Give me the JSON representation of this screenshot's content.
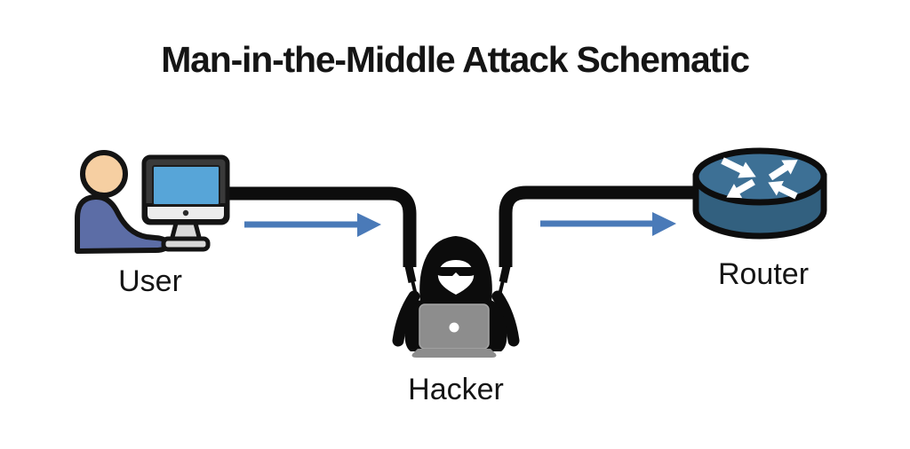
{
  "title": "Man-in-the-Middle Attack Schematic",
  "nodes": {
    "user": {
      "label": "User",
      "icon": "person-at-computer"
    },
    "hacker": {
      "label": "Hacker",
      "icon": "hooded-hacker-with-laptop"
    },
    "router": {
      "label": "Router",
      "icon": "network-router-cylinder"
    }
  },
  "connections": [
    {
      "from": "User",
      "to": "Hacker",
      "type": "tapped-cable",
      "flow_arrow": "left-to-right"
    },
    {
      "from": "Hacker",
      "to": "Router",
      "type": "tapped-cable",
      "flow_arrow": "left-to-right"
    }
  ],
  "colors": {
    "background": "#ffffff",
    "text": "#151515",
    "cable": "#0d0d0d",
    "flow_arrow": "#4a7ab8",
    "router_top": "#3d7095",
    "router_side": "#32607f",
    "router_arrow": "#ffffff",
    "hacker_black": "#0c0c0c",
    "hacker_face": "#ffffff",
    "laptop_gray": "#8d8d8d",
    "skin": "#f6cfa2",
    "shirt_blue": "#5c6da6",
    "monitor_frame": "#3a3a3a",
    "screen_blue": "#57a5d8",
    "monitor_chin": "#ececec",
    "stand_gray": "#d9d9d9",
    "outline": "#141414"
  }
}
